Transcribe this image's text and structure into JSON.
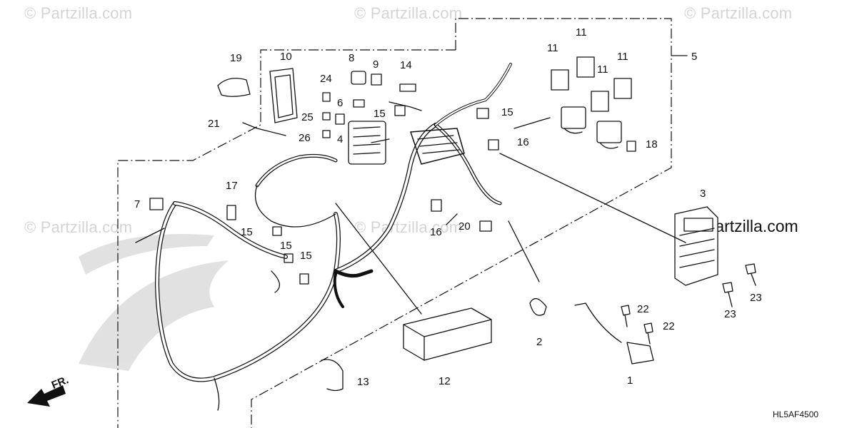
{
  "watermark": {
    "text": "© Partzilla.com",
    "dark_text": "Partzilla.com"
  },
  "drawing_code": "HL5AF4500",
  "front_label": "FR.",
  "callouts": [
    "1",
    "2",
    "3",
    "4",
    "5",
    "6",
    "7",
    "8",
    "9",
    "10",
    "11",
    "11",
    "11",
    "11",
    "12",
    "13",
    "14",
    "15",
    "15",
    "15",
    "15",
    "15",
    "16",
    "16",
    "17",
    "18",
    "19",
    "20",
    "21",
    "22",
    "22",
    "23",
    "23",
    "24",
    "25",
    "26"
  ],
  "colors": {
    "line": "#111111",
    "watermark": "#d4d4d4",
    "honda_logo": "#cfcfcf"
  }
}
